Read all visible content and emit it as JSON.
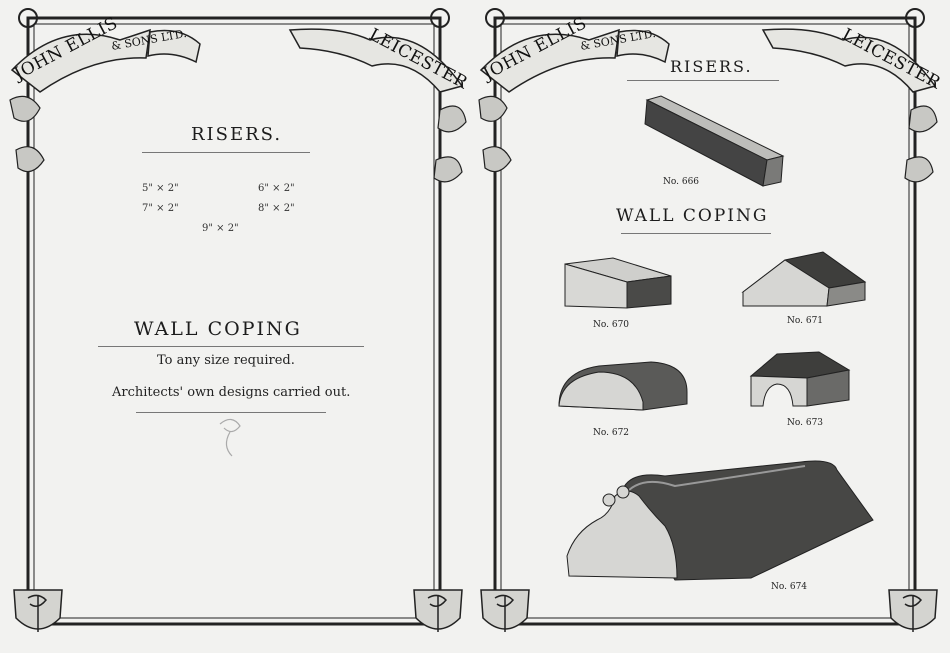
{
  "banner": {
    "left_text": "JOHN ELLIS",
    "mid_text": "& SONS LTD.",
    "right_text": "LEICESTER"
  },
  "left_page": {
    "risers_heading": "RISERS.",
    "sizes": [
      "5\" × 2\"",
      "6\" × 2\"",
      "7\" × 2\"",
      "8\" × 2\"",
      "9\" × 2\""
    ],
    "coping_heading": "WALL COPING",
    "line1": "To any size required.",
    "line2": "Architects' own designs carried out."
  },
  "right_page": {
    "risers_heading": "RISERS.",
    "coping_heading": "WALL COPING",
    "items": [
      "No. 666",
      "No. 670",
      "No. 671",
      "No. 672",
      "No. 673",
      "No. 674"
    ]
  }
}
